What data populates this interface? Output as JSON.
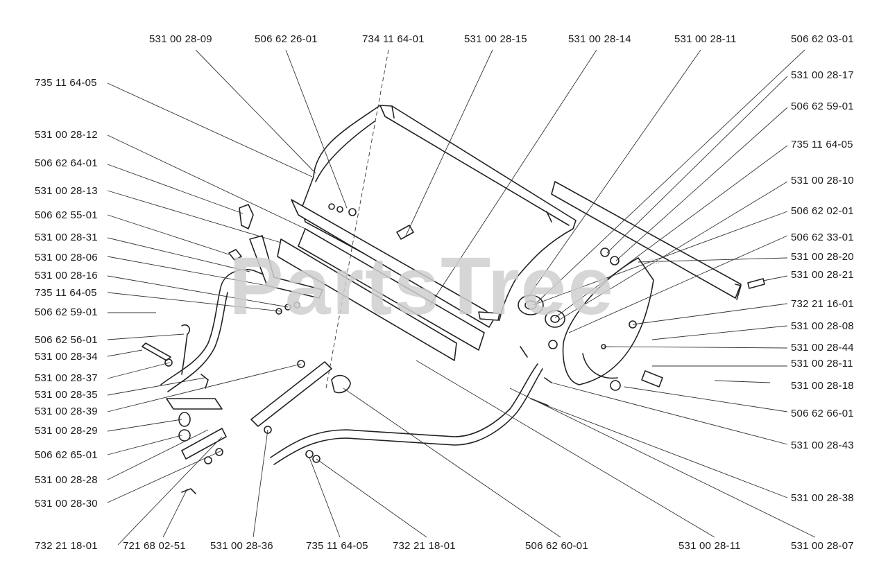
{
  "watermark": "PartsTree",
  "watermark_mark": "TM",
  "labels": {
    "t1": "531 00 28-09",
    "t2": "506 62 26-01",
    "t3": "734 11 64-01",
    "t4": "531 00 28-15",
    "t5": "531 00 28-14",
    "t6": "531 00 28-11",
    "t7": "506 62 03-01",
    "l1": "735 11 64-05",
    "l2": "531 00 28-12",
    "l3": "506 62 64-01",
    "l4": "531 00 28-13",
    "l5": "506 62 55-01",
    "l6": "531 00 28-31",
    "l7": "531 00 28-06",
    "l8": "531 00 28-16",
    "l9": "735 11 64-05",
    "l10": "506 62 59-01",
    "l11": "506 62 56-01",
    "l12": "531 00 28-34",
    "l13": "531 00 28-37",
    "l14": "531 00 28-35",
    "l15": "531 00 28-39",
    "l16": "531 00 28-29",
    "l17": "506 62 65-01",
    "l18": "531 00 28-28",
    "l19": "531 00 28-30",
    "r1": "531 00 28-17",
    "r2": "506 62 59-01",
    "r3": "735 11 64-05",
    "r4": "531 00 28-10",
    "r5": "506 62 02-01",
    "r6": "506 62 33-01",
    "r7": "531 00 28-20",
    "r8": "531 00 28-21",
    "r9": "732 21 16-01",
    "r10": "531 00 28-08",
    "r11": "531 00 28-44",
    "r12": "531 00 28-11",
    "r13": "531 00 28-18",
    "r14": "506 62 66-01",
    "r15": "531 00 28-43",
    "r16": "531 00 28-38",
    "b1": "732 21 18-01",
    "b2": "721 68 02-51",
    "b3": "531 00 28-36",
    "b4": "735 11 64-05",
    "b5": "732 21 18-01",
    "b6": "506 62 60-01",
    "b7": "531 00 28-11",
    "b8": "531 00 28-07"
  }
}
